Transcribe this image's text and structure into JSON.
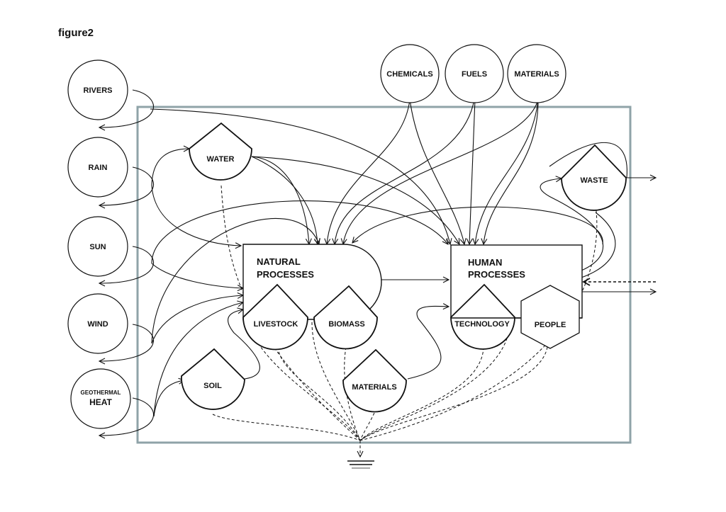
{
  "figure": {
    "title": "figure2"
  },
  "sources": {
    "rivers": "RIVERS",
    "rain": "RAIN",
    "sun": "SUN",
    "wind": "WIND",
    "geothermal_line1": "GEOTHERMAL",
    "geothermal_line2": "HEAT",
    "chemicals": "CHEMICALS",
    "fuels": "FUELS",
    "materials": "MATERIALS"
  },
  "storages": {
    "water": "WATER",
    "soil": "SOIL",
    "livestock": "LIVESTOCK",
    "biomass": "BIOMASS",
    "materials": "MATERIALS",
    "technology": "TECHNOLOGY",
    "waste": "WASTE"
  },
  "consumers": {
    "people": "PEOPLE"
  },
  "processes": {
    "natural_line1": "NATURAL",
    "natural_line2": "PROCESSES",
    "human_line1": "HUMAN",
    "human_line2": "PROCESSES"
  },
  "symbols": {
    "heat_sink": "ground-heat-sink-icon"
  }
}
